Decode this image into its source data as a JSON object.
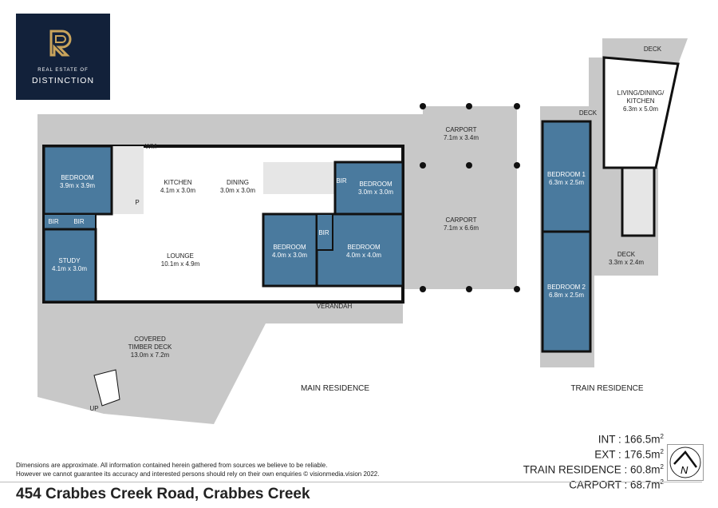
{
  "logo": {
    "line1": "REAL ESTATE OF",
    "line2": "DISTINCTION",
    "monogram": "RD"
  },
  "rooms": {
    "wm": "WM",
    "bedroom_nw": {
      "name": "BEDROOM",
      "size": "3.9m x 3.9m"
    },
    "kitchen": {
      "name": "KITCHEN",
      "size": "4.1m x 3.0m"
    },
    "dining": {
      "name": "DINING",
      "size": "3.0m x 3.0m"
    },
    "bedroom_ne": {
      "name": "BEDROOM",
      "size": "3.0m x 3.0m"
    },
    "bir1": "BIR",
    "bir2": "BIR",
    "bir3": "BIR",
    "bir4": "BIR",
    "pantry": "P",
    "study": {
      "name": "STUDY",
      "size": "4.1m x 3.0m"
    },
    "lounge": {
      "name": "LOUNGE",
      "size": "10.1m x 4.9m"
    },
    "bedroom_s1": {
      "name": "BEDROOM",
      "size": "4.0m x 3.0m"
    },
    "bedroom_s2": {
      "name": "BEDROOM",
      "size": "4.0m x 4.0m"
    },
    "carport_top": {
      "name": "CARPORT",
      "size": "7.1m x 3.4m"
    },
    "carport_main": {
      "name": "CARPORT",
      "size": "7.1m x 6.6m"
    },
    "verandah": "VERANDAH",
    "deck_main": {
      "name": "COVERED",
      "name2": "TIMBER DECK",
      "size": "13.0m x 7.2m"
    },
    "up": "UP",
    "deck_top": "DECK",
    "deck_mid": "DECK",
    "living": {
      "name": "LIVING/DINING/",
      "name2": "KITCHEN",
      "size": "6.3m x 5.0m"
    },
    "train_bed1": {
      "name": "BEDROOM 1",
      "size": "6.3m x 2.5m"
    },
    "train_bed2": {
      "name": "BEDROOM 2",
      "size": "6.8m x 2.5m"
    },
    "deck_se": {
      "name": "DECK",
      "size": "3.3m x 2.4m"
    }
  },
  "sections": {
    "main": "MAIN RESIDENCE",
    "train": "TRAIN RESIDENCE"
  },
  "areas": [
    {
      "label": "INT : 166.5m",
      "sup": "2"
    },
    {
      "label": "EXT : 176.5m",
      "sup": "2"
    },
    {
      "label": "TRAIN RESIDENCE : 60.8m",
      "sup": "2"
    },
    {
      "label": "CARPORT : 68.7m",
      "sup": "2"
    }
  ],
  "compass": "N",
  "disclaimer": [
    "Dimensions are approximate. All information contained herein gathered from sources we believe to be reliable.",
    "However we cannot guarantee its accuracy and interested persons should rely on their own enquiries © visionmedia.vision 2022."
  ],
  "address": "454 Crabbes Creek Road, Crabbes Creek",
  "colors": {
    "room": "#4a7a9e",
    "ext": "#c8c8c8",
    "navy": "#12213a",
    "gold": "#c9a45c"
  }
}
